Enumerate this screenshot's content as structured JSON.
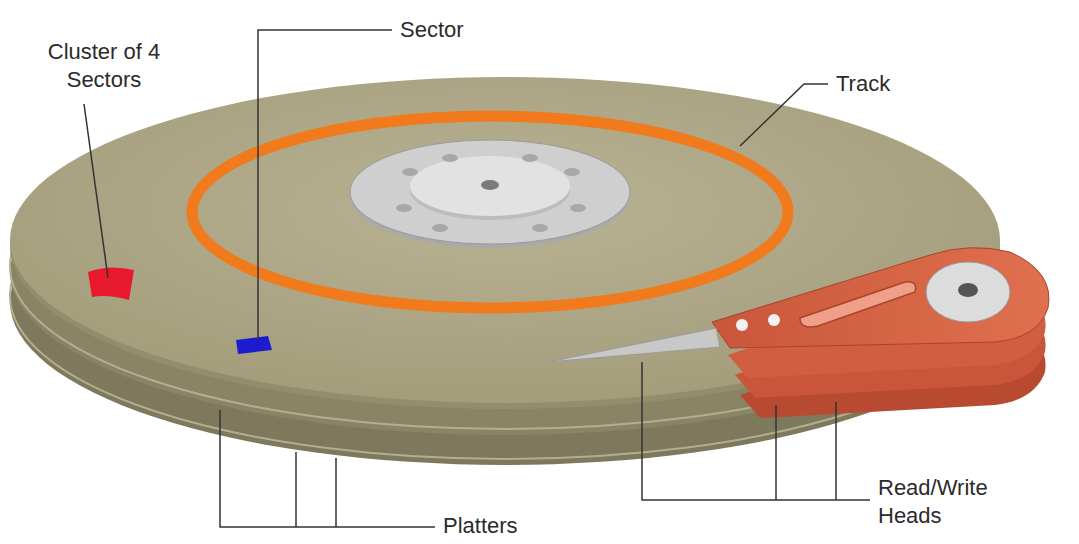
{
  "diagram": {
    "labels": [
      "Cluster of 4 Sectors",
      "Sector",
      "Track",
      "Read/Write Heads",
      "Platters"
    ]
  }
}
